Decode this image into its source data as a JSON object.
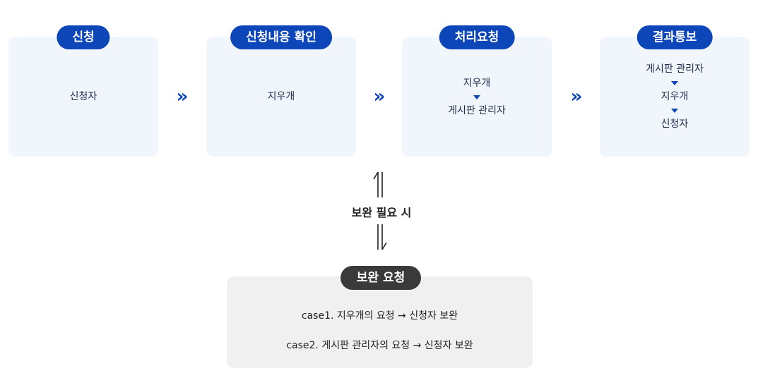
{
  "steps": [
    {
      "title": "신청",
      "actors": [
        "신청자"
      ]
    },
    {
      "title": "신청내용 확인",
      "actors": [
        "지우개"
      ]
    },
    {
      "title": "처리요청",
      "actors": [
        "지우개",
        "게시판 관리자"
      ]
    },
    {
      "title": "결과통보",
      "actors": [
        "게시판 관리자",
        "지우개",
        "신청자"
      ]
    }
  ],
  "connector_glyph": "»",
  "supplement": {
    "label": "보완 필요 시",
    "title": "보완 요청",
    "cases": [
      "case1. 지우개의 요청 → 신청자 보완",
      "case2. 게시판 관리자의 요청 → 신청자 보완"
    ]
  },
  "colors": {
    "primary": "#0c46b8",
    "dark_badge": "#3a3a3a",
    "box_bg": "#f1f5fc",
    "supp_bg": "#f0f0f0"
  }
}
